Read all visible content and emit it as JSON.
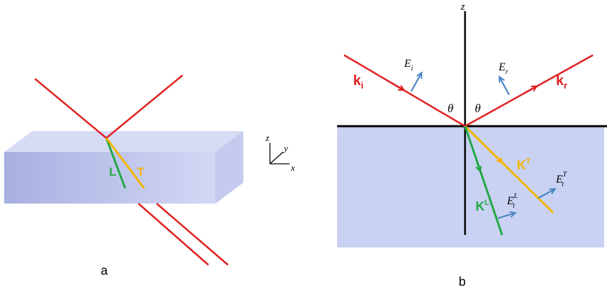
{
  "panel_a": {
    "label": "a",
    "ray_L_label": "L",
    "ray_T_label": "T",
    "axes": {
      "z": "z",
      "y": "y",
      "x": "x"
    }
  },
  "panel_b": {
    "label": "b",
    "z_axis_label": "z",
    "incident_wave": "k",
    "incident_sub": "i",
    "reflected_wave": "k",
    "reflected_sub": "r",
    "incident_field": "E",
    "incident_field_sub": "i",
    "reflected_field": "E",
    "reflected_field_sub": "r",
    "angle_left": "θ",
    "angle_right": "θ",
    "transverse_wave": "K",
    "transverse_sup": "T",
    "longitudinal_wave": "K",
    "longitudinal_sup": "L",
    "transverse_field": "E",
    "transverse_field_sub": "t",
    "transverse_field_sup": "T",
    "longitudinal_field": "E",
    "longitudinal_field_sub": "t",
    "longitudinal_field_sup": "L"
  },
  "colors": {
    "incident_reflected": "#e02020",
    "longitudinal": "#22a845",
    "transverse": "#f5b400",
    "field_arrow": "#4a86c5",
    "medium": "#c9d2f3",
    "crystal_front": "#b3bbe8",
    "crystal_top": "#d7dcf5",
    "crystal_side": "#c4cbee"
  }
}
